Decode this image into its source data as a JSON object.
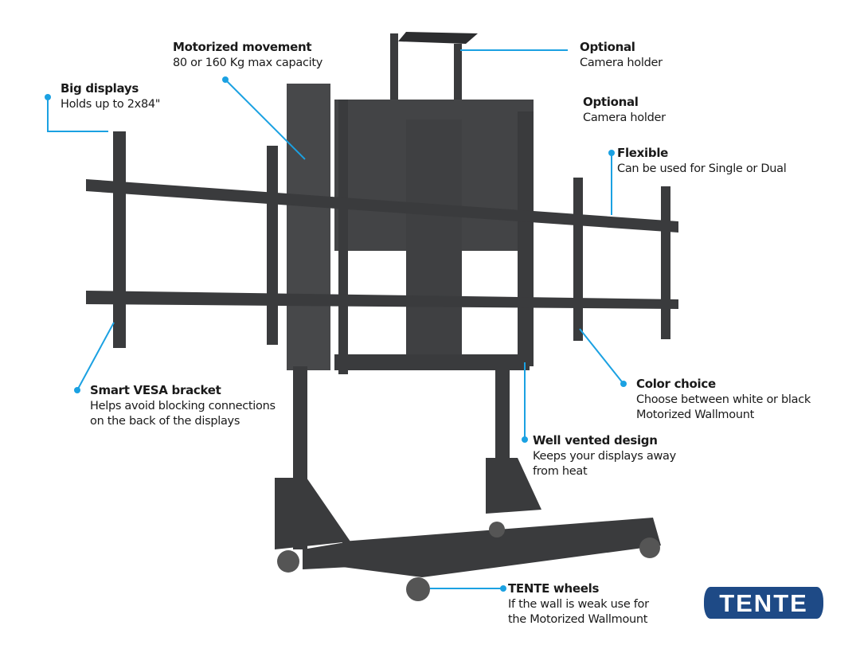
{
  "colors": {
    "callout_line": "#1ba1e2",
    "stand": "#3a3b3d",
    "logo_bg": "#1e4a86"
  },
  "callouts": [
    {
      "title": "Motorized movement",
      "lines": [
        "80 or 160 Kg max capacity"
      ]
    },
    {
      "title": "Big displays",
      "lines": [
        "Holds up to 2x84\""
      ]
    },
    {
      "title": "Optional",
      "lines": [
        "Camera holder"
      ]
    },
    {
      "title": "Optional",
      "lines": [
        "Camera holder"
      ]
    },
    {
      "title": "Flexible",
      "lines": [
        "Can be used for Single or Dual"
      ]
    },
    {
      "title": "Smart VESA bracket",
      "lines": [
        "Helps avoid blocking connections",
        "on the back of the displays"
      ]
    },
    {
      "title": "Color choice",
      "lines": [
        "Choose between white or black",
        "Motorized Wallmount"
      ]
    },
    {
      "title": "Well vented design",
      "lines": [
        "Keeps your displays away",
        "from heat"
      ]
    },
    {
      "title": "TENTE wheels",
      "lines": [
        "If the wall is weak use for",
        "the Motorized Wallmount"
      ]
    }
  ],
  "logo": {
    "text": "TENTE"
  }
}
